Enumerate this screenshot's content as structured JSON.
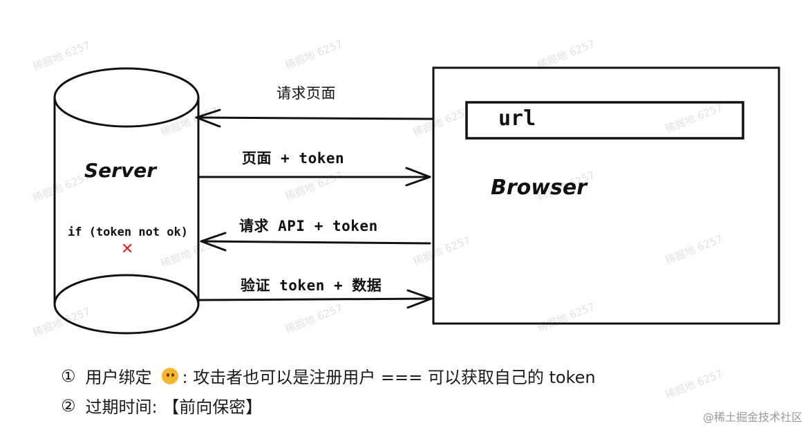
{
  "server": {
    "label": "Server",
    "condition": "if (token not ok)",
    "fail_mark": "✕"
  },
  "browser": {
    "label": "Browser",
    "url_text": "url"
  },
  "arrows": [
    {
      "label": "请求页面",
      "direction": "browser-to-server"
    },
    {
      "label": "页面 + token",
      "direction": "server-to-browser"
    },
    {
      "label": "请求 API + token",
      "direction": "browser-to-server"
    },
    {
      "label": "验证 token + 数据",
      "direction": "server-to-browser"
    }
  ],
  "notes": [
    {
      "number": "①",
      "text_before": "用户绑定",
      "emoji": "thinking-face-icon",
      "text_after": ": 攻击者也可以是注册用户 === 可以获取自己的 token"
    },
    {
      "number": "②",
      "text_before": "过期时间: 【前向保密】"
    }
  ],
  "watermark_text": "稀掘地 6257",
  "footer": "@稀土掘金技术社区",
  "colors": {
    "stroke": "#111111",
    "fail": "#e02020",
    "watermark": "#bdbdbd"
  }
}
